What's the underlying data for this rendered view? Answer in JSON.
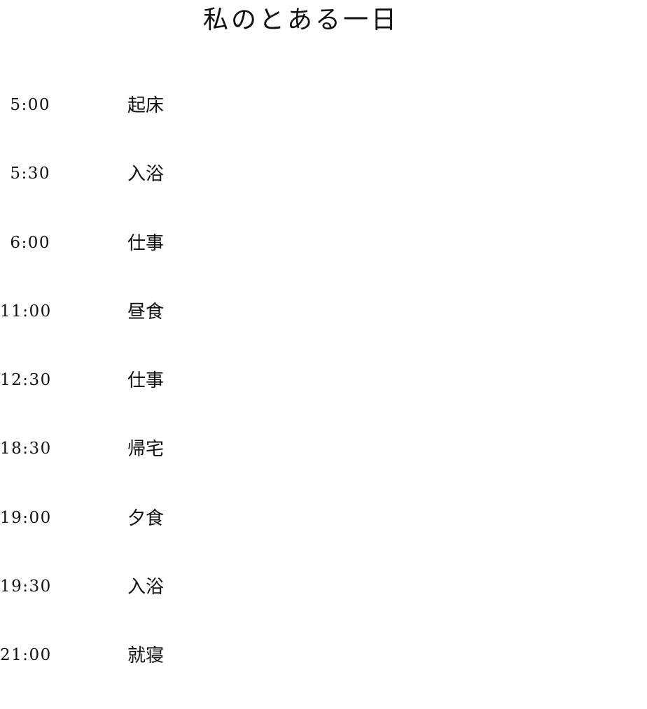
{
  "title": "私のとある一日",
  "schedule": [
    {
      "time": "5:00",
      "activity": "起床"
    },
    {
      "time": "5:30",
      "activity": "入浴"
    },
    {
      "time": "6:00",
      "activity": "仕事"
    },
    {
      "time": "11:00",
      "activity": "昼食"
    },
    {
      "time": "12:30",
      "activity": "仕事"
    },
    {
      "time": "18:30",
      "activity": "帰宅"
    },
    {
      "time": "19:00",
      "activity": "夕食"
    },
    {
      "time": "19:30",
      "activity": "入浴"
    },
    {
      "time": "21:00",
      "activity": "就寝"
    }
  ]
}
